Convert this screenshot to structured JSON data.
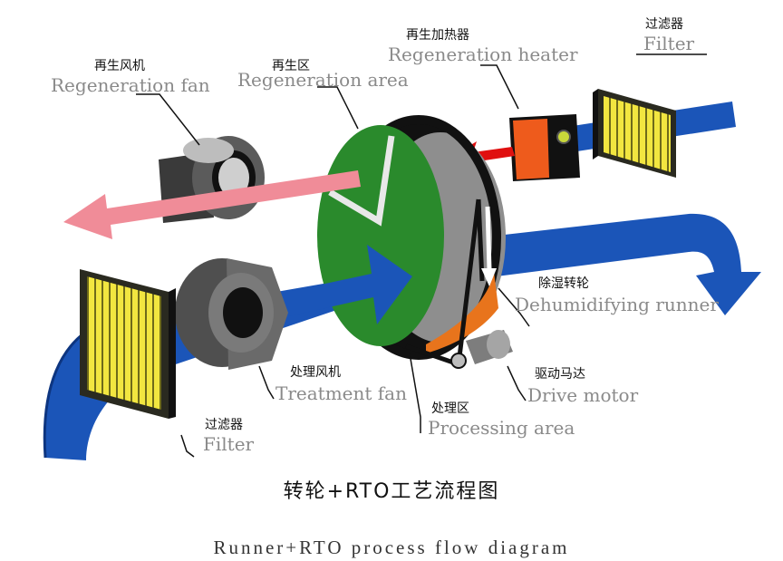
{
  "labels": {
    "regen_fan": {
      "cn": "再生风机",
      "en": "Regeneration fan"
    },
    "regen_area": {
      "cn": "再生区",
      "en": "Regeneration area"
    },
    "regen_heater": {
      "cn": "再生加热器",
      "en": "Regeneration heater"
    },
    "filter_top": {
      "cn": "过滤器",
      "en": "Filter"
    },
    "dehumid_runner": {
      "cn": "除湿转轮",
      "en": "Dehumidifying runner"
    },
    "drive_motor": {
      "cn": "驱动马达",
      "en": "Drive motor"
    },
    "processing_area": {
      "cn": "处理区",
      "en": "Processing area"
    },
    "treatment_fan": {
      "cn": "处理风机",
      "en": "Treatment fan"
    },
    "filter_bottom": {
      "cn": "过滤器",
      "en": "Filter"
    }
  },
  "title": {
    "cn": "转轮+RTO工艺流程图",
    "en": "Runner+RTO process flow diagram"
  },
  "colors": {
    "duct_blue": "#1b55b8",
    "regen_pink": "#f08c98",
    "heat_red": "#e01010",
    "wheel_green": "#2a8a2c",
    "filter_yellow": "#f2e640"
  }
}
